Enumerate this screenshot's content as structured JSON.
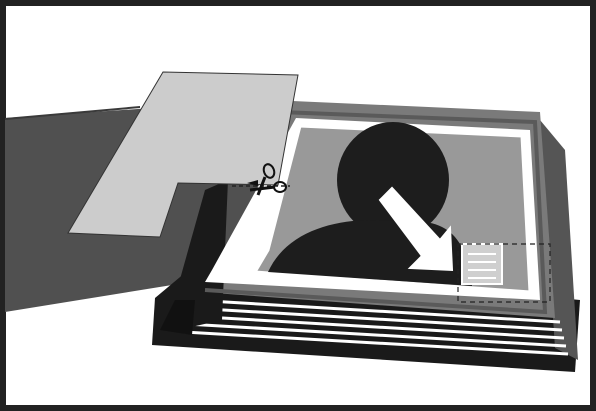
{
  "illustration": {
    "kind": "book-cover-replacement-graphic",
    "depicts": [
      "cover-flap",
      "paper-template",
      "scissors-icon",
      "photo-frame",
      "person-silhouette",
      "arrow",
      "label-box",
      "page-stack"
    ]
  },
  "colors": {
    "background": "#ffffff",
    "frame": "#222222",
    "cover_flap": "#505050",
    "book_cover": "#7a7a7a",
    "book_spine": "#1a1a1a",
    "template": "#cccccc",
    "photo_area": "#999999",
    "silhouette": "#1d1d1d",
    "arrow": "#ffffff",
    "page_edges": "#ffffff",
    "pages_dark": "#1a1a1a"
  }
}
